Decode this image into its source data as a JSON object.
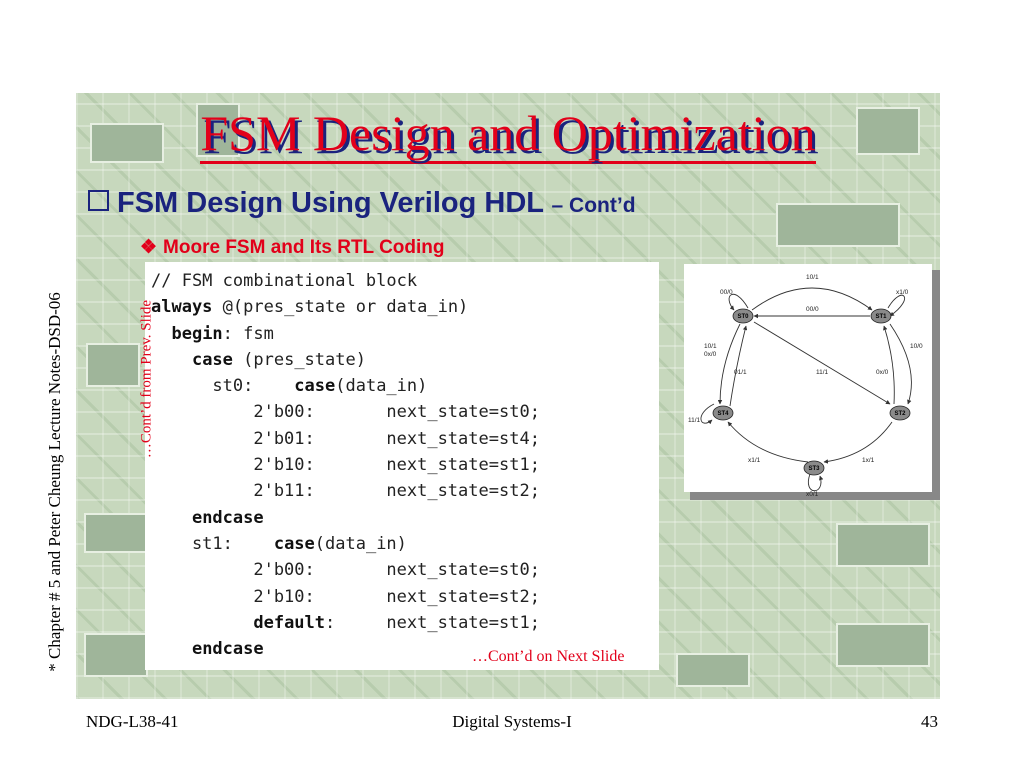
{
  "slide": {
    "title": "FSM Design and Optimization",
    "bullet1_main": "FSM Design Using Verilog HDL",
    "bullet1_contd": "– Cont’d",
    "bullet2": "Moore FSM and Its RTL Coding",
    "contd_prev": "…Cont’d from Prev. Slide",
    "contd_next": "…Cont’d on Next Slide",
    "side_note": "* Chapter # 5 and Peter Cheung Lecture Notes-DSD-06"
  },
  "code_lines": [
    {
      "pre": "",
      "kw": "",
      "post": "// FSM combinational block"
    },
    {
      "pre": "",
      "kw": "always",
      "post": " @(pres_state or data_in)"
    },
    {
      "pre": "  ",
      "kw": "begin",
      "post": ": fsm"
    },
    {
      "pre": "    ",
      "kw": "case",
      "post": " (pres_state)"
    },
    {
      "pre": "      st0:    ",
      "kw": "case",
      "post": "(data_in)"
    },
    {
      "pre": "",
      "kw": "",
      "post": "          2'b00:       next_state=st0;"
    },
    {
      "pre": "",
      "kw": "",
      "post": "          2'b01:       next_state=st4;"
    },
    {
      "pre": "",
      "kw": "",
      "post": "          2'b10:       next_state=st1;"
    },
    {
      "pre": "",
      "kw": "",
      "post": "          2'b11:       next_state=st2;"
    },
    {
      "pre": "    ",
      "kw": "endcase",
      "post": ""
    },
    {
      "pre": "    st1:    ",
      "kw": "case",
      "post": "(data_in)"
    },
    {
      "pre": "",
      "kw": "",
      "post": "          2'b00:       next_state=st0;"
    },
    {
      "pre": "",
      "kw": "",
      "post": "          2'b10:       next_state=st2;"
    },
    {
      "pre": "          ",
      "kw": "default",
      "post": ":     next_state=st1;"
    },
    {
      "pre": "    ",
      "kw": "endcase",
      "post": ""
    }
  ],
  "diagram": {
    "states": {
      "st0": "ST0",
      "st1": "ST1",
      "st2": "ST2",
      "st3": "ST3",
      "st4": "ST4"
    },
    "labels": {
      "l_top": "10/1",
      "l_mid": "00/0",
      "l_st0_self": "00/0",
      "l_st1_self": "x1/0",
      "l_right": "10/0",
      "l_left_a": "10/1",
      "l_left_b": "0x/0",
      "l_011": "01/1",
      "l_111": "11/1",
      "l_0x0": "0x/0",
      "l_st4_self": "11/1",
      "l_x11": "x1/1",
      "l_1x1": "1x/1",
      "l_st3_self": "x0/1"
    }
  },
  "footer": {
    "left": "NDG-L38-41",
    "center": "Digital Systems-I",
    "right": "43"
  }
}
